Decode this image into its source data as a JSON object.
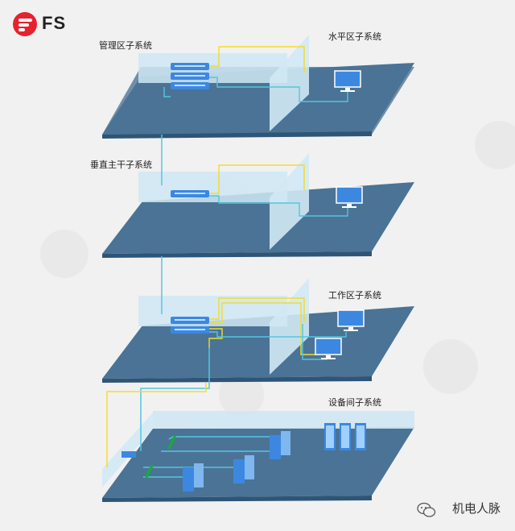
{
  "brand": {
    "logo_text": "FS",
    "logo_color": "#e5222e"
  },
  "labels": {
    "management": "管理区子系统",
    "horizontal": "水平区子系统",
    "backbone": "垂直主干子系统",
    "work_area": "工作区子系统",
    "equipment_room": "设备间子系统"
  },
  "watermark": {
    "text": "机电人脉",
    "icon": "wechat-icon"
  },
  "colors": {
    "floor": "#466f92",
    "floor_edge": "#2f5576",
    "wall": "#c8e4f2",
    "device": "#3c88e0",
    "cable_blue": "#54c6de",
    "cable_yellow": "#f2dd28",
    "surge": "#1ea642"
  }
}
